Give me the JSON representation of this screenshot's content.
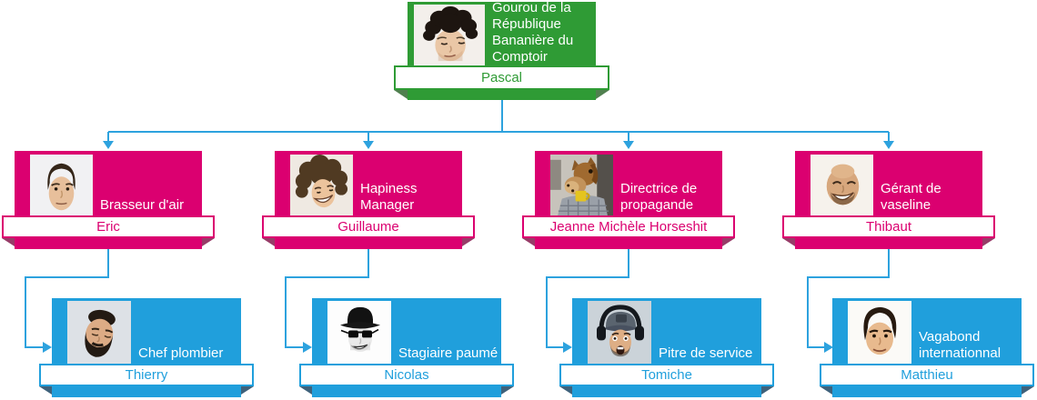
{
  "org_chart": {
    "colors": {
      "level1": "#2F9B35",
      "level1_dark": "#50804F",
      "level2": "#DB0070",
      "level2_dark": "#973B68",
      "level3": "#209FDC",
      "level3_dark": "#3E617A",
      "connector": "#2DA2DE",
      "banner_background": "#FFFFFF",
      "title_text": "#FFFFFF"
    },
    "nodes": {
      "pascal": {
        "title": "Gourou de la\nRépublique\nBananière du\nComptoir",
        "name": "Pascal",
        "photo": "man with big curly black hair"
      },
      "eric": {
        "title": "Brasseur d'air",
        "name": "Eric",
        "photo": "man with short dark hair, neutral face"
      },
      "guillaume": {
        "title": "Hapiness\nManager",
        "name": "Guillaume",
        "photo": "man with big curly brown hair, grinning"
      },
      "jeanne": {
        "title": "Directrice de\npropagande",
        "name": "Jeanne Michèle Horseshit",
        "photo": "person wearing a horse-head mask holding a yellow mug"
      },
      "thibaut": {
        "title": "Gérant de\nvaseline",
        "name": "Thibaut",
        "photo": "bald man with stubble, big smile"
      },
      "thierry": {
        "title": "Chef plombier",
        "name": "Thierry",
        "photo": "man with full dark beard, eyes closed, head tilted"
      },
      "nicolas": {
        "title": "Stagiaire paumé",
        "name": "Nicolas",
        "photo": "black-and-white photo, man with fedora hat and sunglasses"
      },
      "tomiche": {
        "title": "Pitre de service",
        "name": "Tomiche",
        "photo": "man with cap and headphones, surprised open mouth"
      },
      "matthieu": {
        "title": "Vagabond\ninternationnal",
        "name": "Matthieu",
        "photo": "young man with thick dark hair"
      }
    },
    "structure": {
      "pascal": [
        "eric",
        "guillaume",
        "jeanne",
        "thibaut"
      ],
      "eric": [
        "thierry"
      ],
      "guillaume": [
        "nicolas"
      ],
      "jeanne": [
        "tomiche"
      ],
      "thibaut": [
        "matthieu"
      ]
    }
  }
}
